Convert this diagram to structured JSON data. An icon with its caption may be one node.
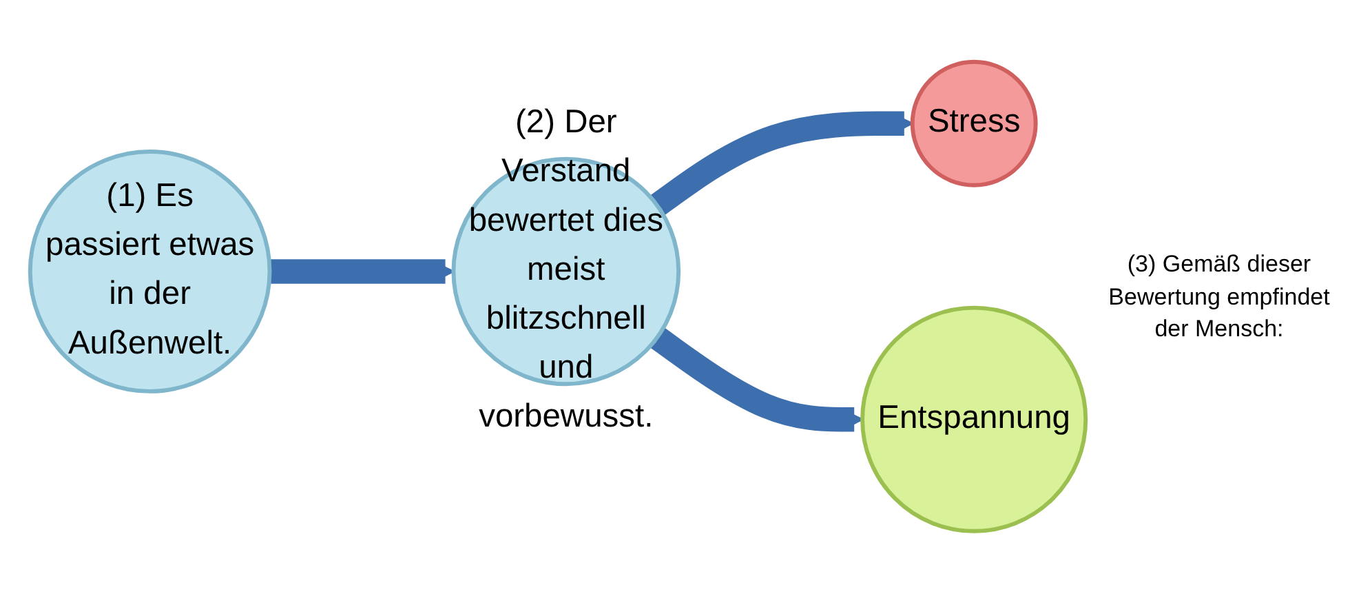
{
  "diagram": {
    "nodes": [
      {
        "text": [
          "(1) Es passiert etwas in der Außenwelt."
        ]
      },
      {
        "text": [
          "(2) Der Verstand bewertet dies meist blitzschnell und vorbewusst."
        ]
      },
      {
        "text": [
          "Stress"
        ]
      },
      {
        "text": [
          "Entspannung"
        ]
      }
    ],
    "edges": [
      {
        "from": 0,
        "to": 1,
        "arrow": "to"
      },
      {
        "from": 1,
        "to": 2,
        "arrow": "to"
      },
      {
        "from": 1,
        "to": 3,
        "arrow": "to"
      }
    ],
    "labels": [
      "(3) Gemäß dieser Bewertung empfindet der Mensch:"
    ]
  }
}
